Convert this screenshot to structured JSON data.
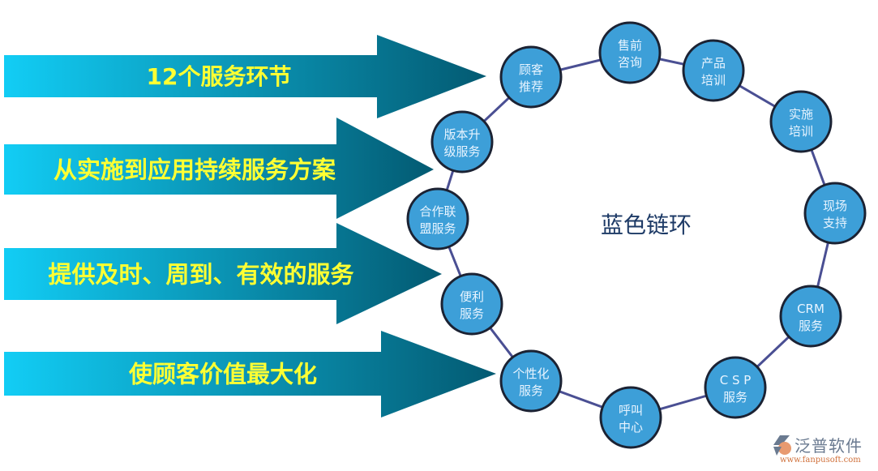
{
  "arrows": [
    {
      "label": "12个服务环节"
    },
    {
      "label": "从实施到应用持续服务方案"
    },
    {
      "label": "提供及时、周到、有效的服务"
    },
    {
      "label": "使顾客价值最大化"
    }
  ],
  "center_label": "蓝色链环",
  "nodes": [
    {
      "lines": [
        "售前",
        "咨询"
      ]
    },
    {
      "lines": [
        "产品",
        "培训"
      ]
    },
    {
      "lines": [
        "实施",
        "培训"
      ]
    },
    {
      "lines": [
        "现场",
        "支持"
      ]
    },
    {
      "lines": [
        "CRM",
        "服务"
      ]
    },
    {
      "lines": [
        "C S P",
        "服务"
      ]
    },
    {
      "lines": [
        "呼叫",
        "中心"
      ]
    },
    {
      "lines": [
        "个性化",
        "服务"
      ]
    },
    {
      "lines": [
        "便利",
        "服务"
      ]
    },
    {
      "lines": [
        "合作联",
        "盟服务"
      ]
    },
    {
      "lines": [
        "版本升",
        "级服务"
      ]
    },
    {
      "lines": [
        "顾客",
        "推荐"
      ]
    }
  ],
  "logo": {
    "name": "泛普软件",
    "url": "www.fanpusoft.com"
  },
  "colors": {
    "arrow_light": "#12cdf5",
    "arrow_dark": "#035a72",
    "arrow_text": "#ffff33",
    "node_fill": "#3d9fd8",
    "node_stroke": "#1b2233",
    "ring": "#4a4f93"
  }
}
